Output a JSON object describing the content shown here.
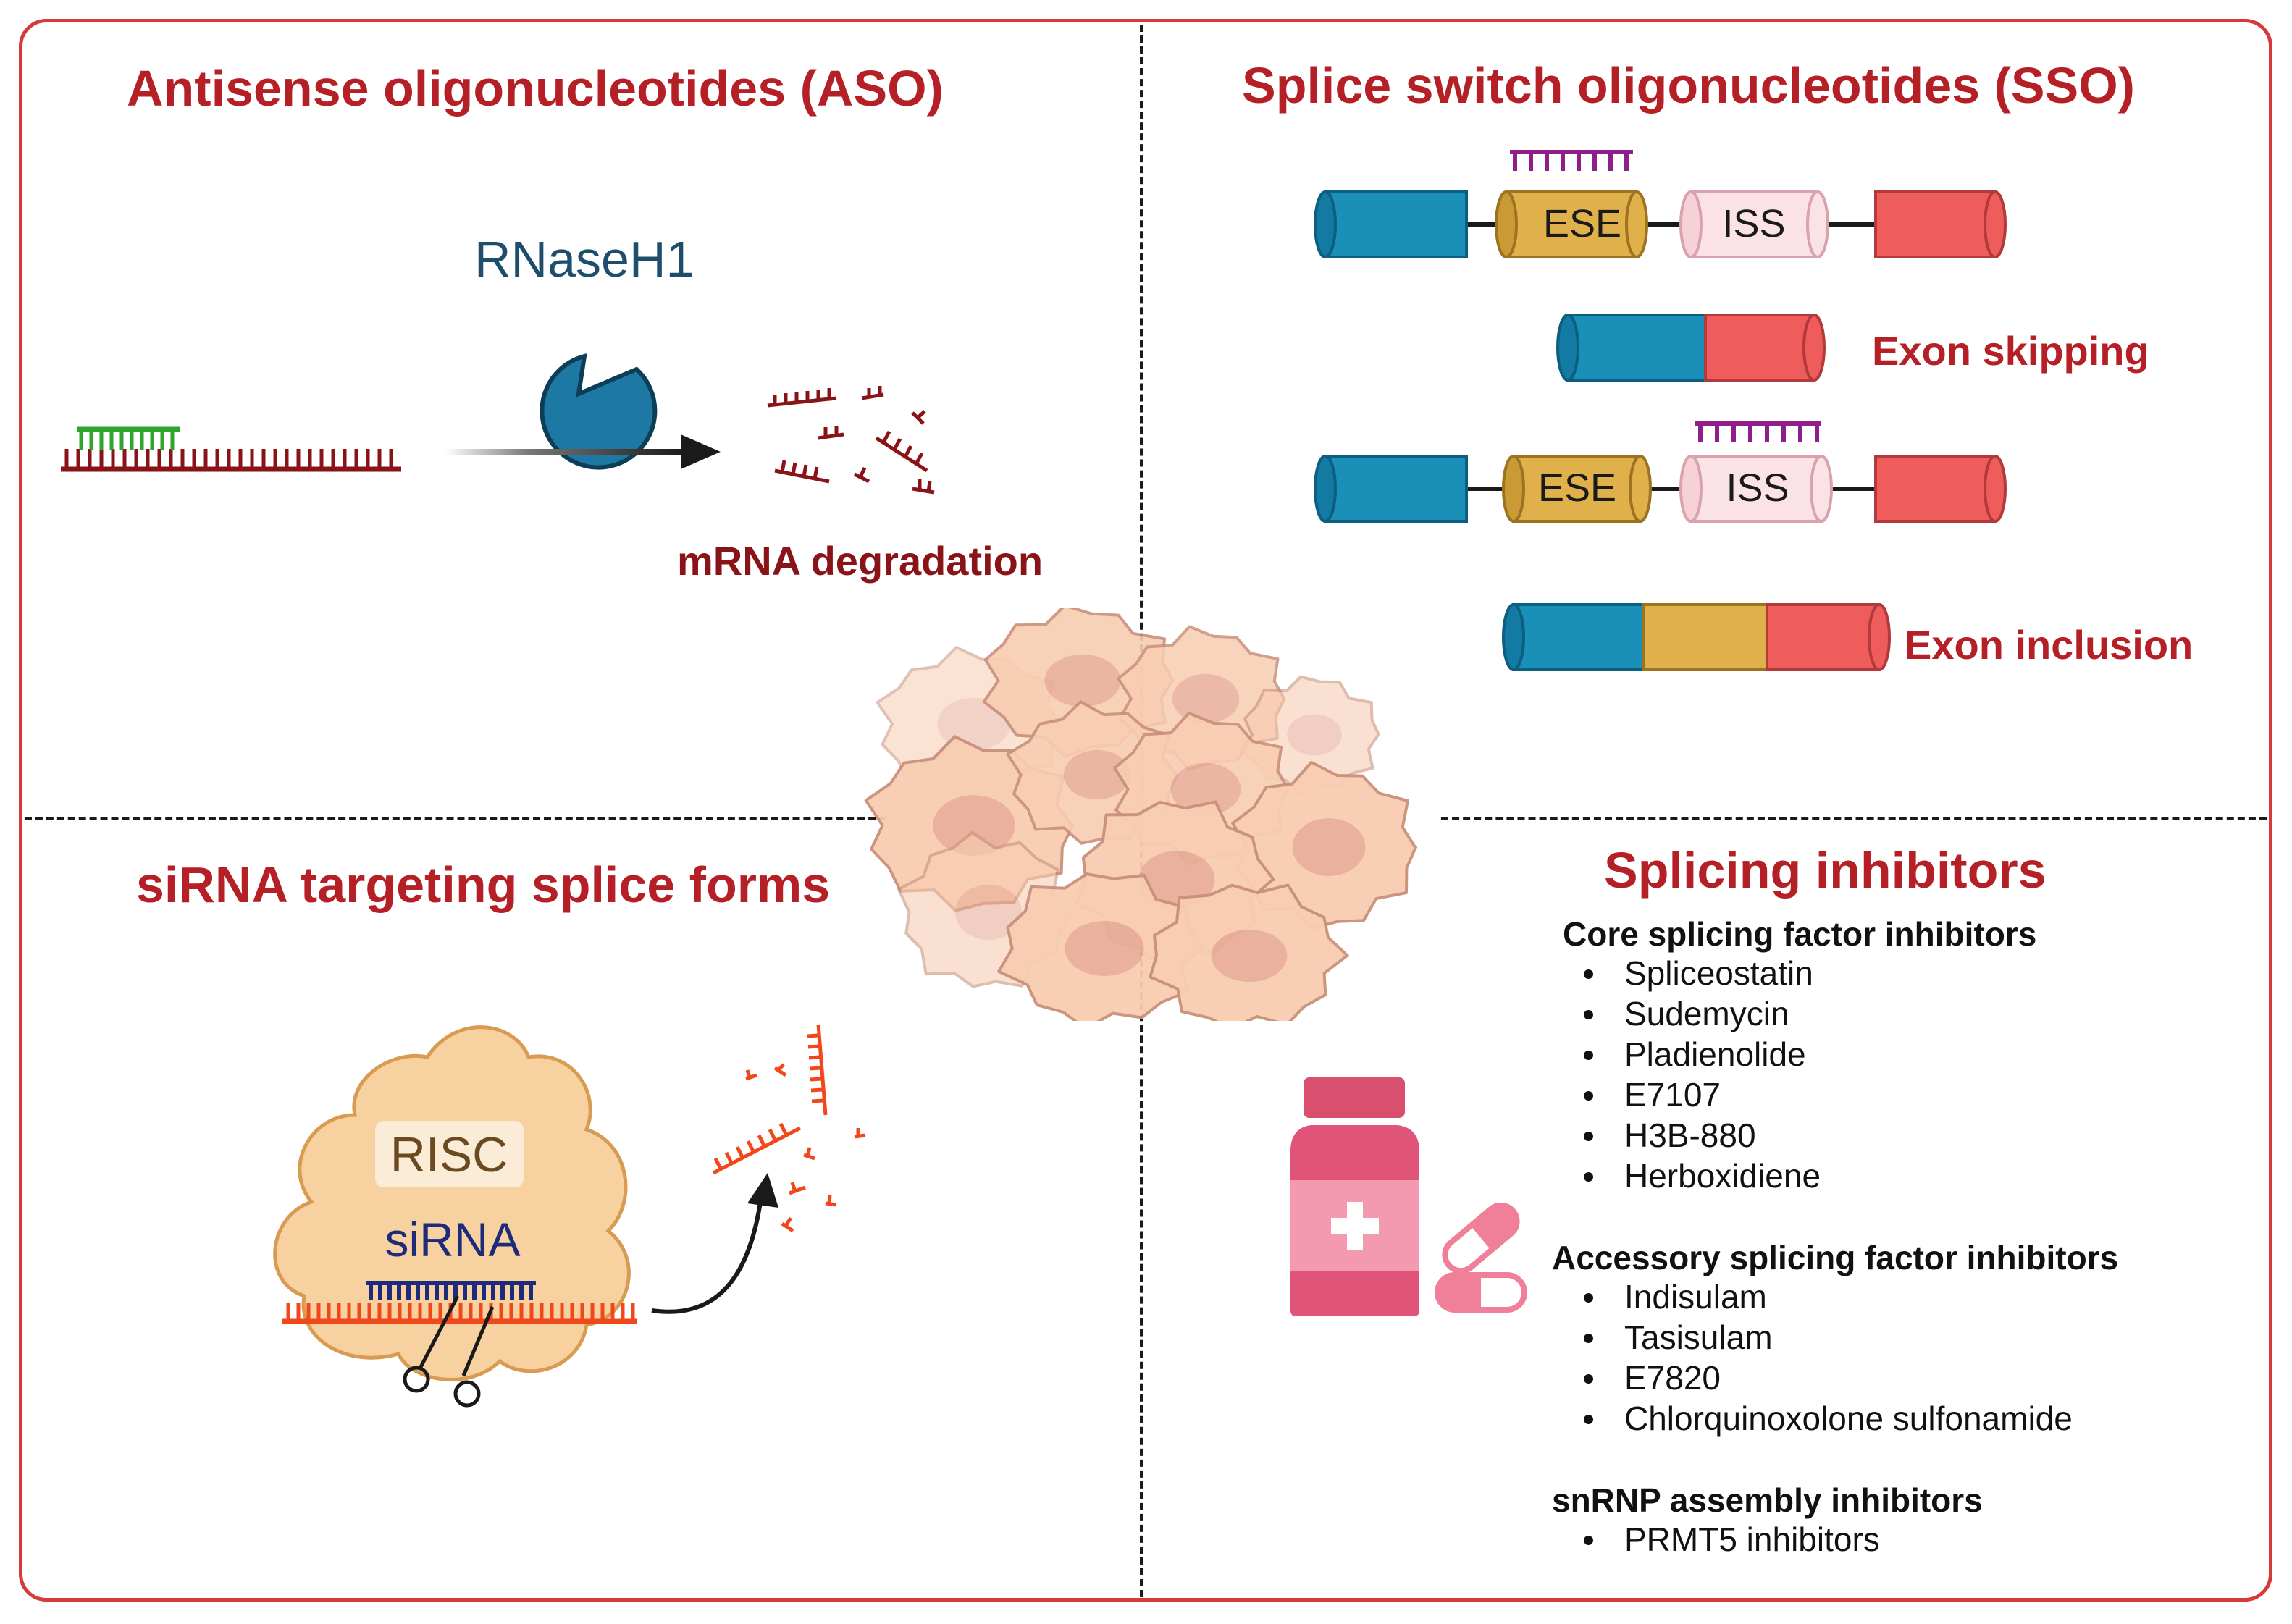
{
  "panels": {
    "aso": {
      "title": "Antisense oligonucleotides (ASO)",
      "enzyme_label": "RNaseH1",
      "result_label": "mRNA degradation"
    },
    "sso": {
      "title": "Splice switch oligonucleotides (SSO)",
      "ese_label": "ESE",
      "iss_label": "ISS",
      "exon_skipping_label": "Exon skipping",
      "exon_inclusion_label": "Exon inclusion"
    },
    "sirna": {
      "title": "siRNA targeting splice forms",
      "risc_label": "RISC",
      "sirna_label": "siRNA"
    },
    "inhibitors": {
      "title": "Splicing inhibitors",
      "groups": [
        {
          "heading": "Core splicing factor inhibitors",
          "items": [
            "Spliceostatin",
            "Sudemycin",
            "Pladienolide",
            "E7107",
            "H3B-880",
            "Herboxidiene"
          ]
        },
        {
          "heading": "Accessory splicing factor inhibitors",
          "items": [
            "Indisulam",
            "Tasisulam",
            "E7820",
            "Chlorquinoxolone sulfonamide"
          ]
        },
        {
          "heading": "snRNP assembly inhibitors",
          "items": [
            "PRMT5 inhibitors"
          ]
        }
      ]
    }
  },
  "colors": {
    "title_red": "#b52026",
    "dark_red": "#8a1318",
    "rnaseh1_blue": "#1d78a3",
    "exon_blue": "#1a8fb8",
    "exon_gold": "#e0b04a",
    "exon_red": "#ef5c5c",
    "iss_pink": "#fbe2e6",
    "aso_purple": "#8e1f8a",
    "aso_green": "#2ea62e",
    "sirna_orange": "#f0481a",
    "sirna_navy": "#1d2b7a",
    "risc_peach": "#f7d2a0",
    "cell_peach": "#f6c7ad",
    "bottle_pink": "#e0547a"
  },
  "icons": [
    "rnaseh1-pacman-icon",
    "arrow-icon",
    "cell-cluster-icon",
    "scissors-icon",
    "medicine-bottle-icon",
    "capsule-icon"
  ]
}
